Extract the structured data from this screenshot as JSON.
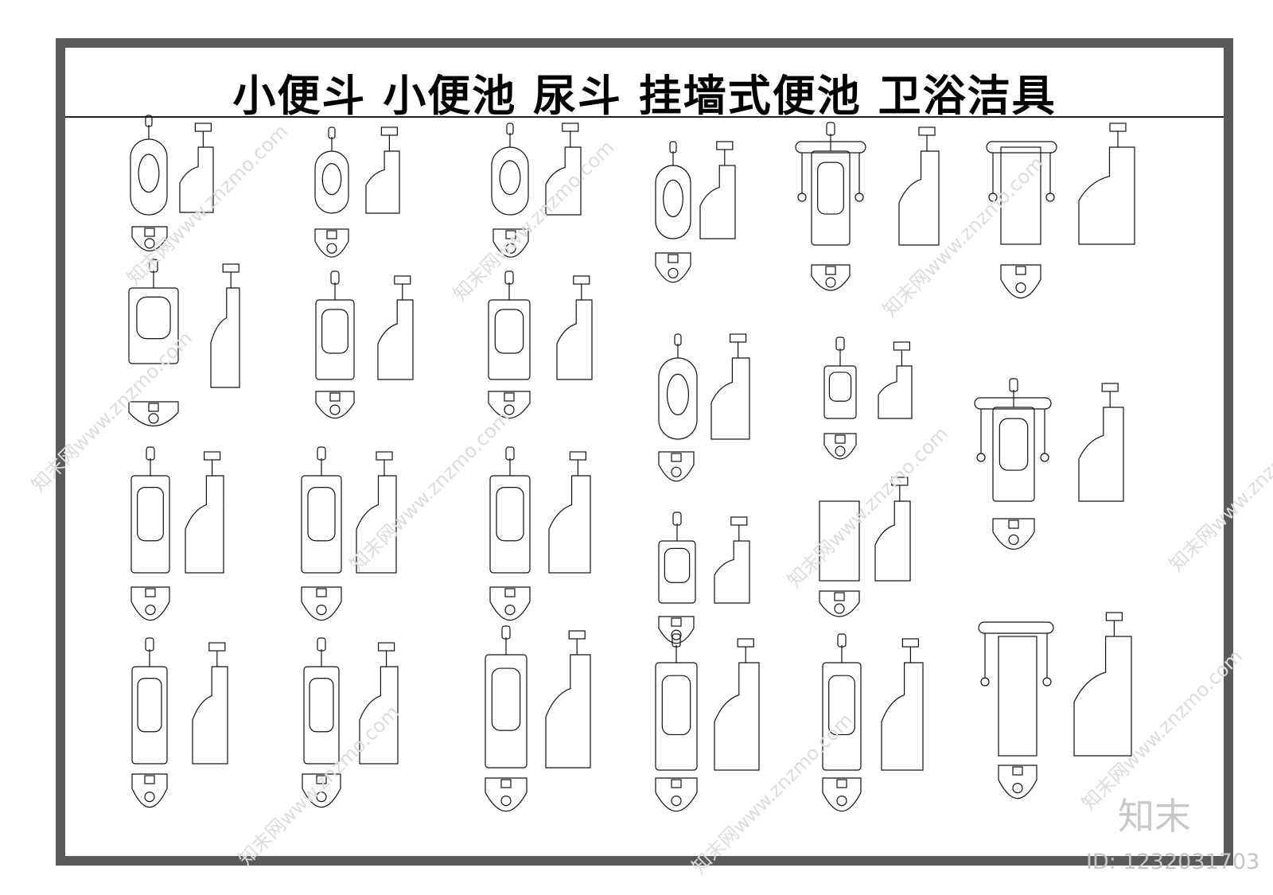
{
  "title": "小便斗  小便池  尿斗  挂墙式便池  卫浴洁具",
  "watermark": {
    "brand": "知末",
    "id": "ID: 1232031703",
    "diagonal": "知末网www.znzmo.com"
  },
  "colors": {
    "frame": "#5a5a5a",
    "line": "#111111",
    "watermark": "#d0d0d0"
  },
  "blocks": [
    {
      "kind": "oval-urinal",
      "view": "front+side+top",
      "bottom": "hung-oval"
    },
    {
      "kind": "oval-urinal",
      "view": "front+side+top",
      "bottom": "oval"
    },
    {
      "kind": "oval-urinal",
      "view": "front+side+top",
      "bottom": "oval"
    },
    {
      "kind": "oval-urinal",
      "view": "front+side+top",
      "bottom": "oval"
    },
    {
      "kind": "accessible-urinal",
      "view": "front+side+top",
      "bottom": "rect"
    },
    {
      "kind": "accessible-urinal",
      "view": "front+side+top",
      "bottom": "rect"
    },
    {
      "kind": "box-urinal",
      "view": "front+side+top",
      "bottom": "rect"
    },
    {
      "kind": "floor-urinal",
      "view": "front+side+top",
      "bottom": "rect"
    },
    {
      "kind": "floor-urinal",
      "view": "front+side+top",
      "bottom": "rect"
    }
  ]
}
